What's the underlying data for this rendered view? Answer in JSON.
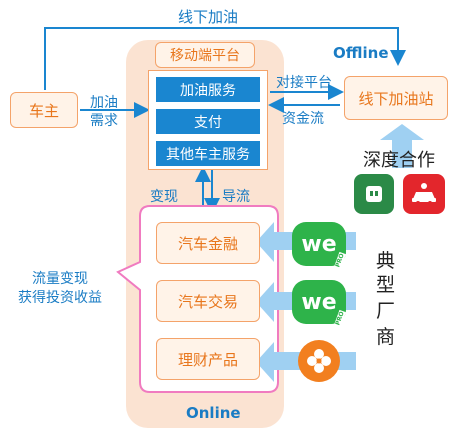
{
  "top_flow_label": "线下加油",
  "offline_label": "Offline",
  "online_label": "Online",
  "car_owner": "车主",
  "demand_label_line1": "加油",
  "demand_label_line2": "需求",
  "platform_title": "移动端平台",
  "services": [
    "加油服务",
    "支付",
    "其他车主服务"
  ],
  "connect_label": "对接平台",
  "funds_label": "资金流",
  "offline_station": "线下加油站",
  "deep_coop": "深度合作",
  "monetize_label": "变现",
  "traffic_label": "导流",
  "online_items": [
    "汽车金融",
    "汽车交易",
    "理财产品"
  ],
  "left_note_line1": "流量变现",
  "left_note_line2": "获得投资收益",
  "vendor_label_chars": [
    "典",
    "型",
    "厂",
    "商"
  ],
  "we_text": "we",
  "pro_text": "PRO",
  "colors": {
    "blue": "#1a86d0",
    "orange": "#e8761c",
    "green": "#2eb34a",
    "pink": "#f07bc0"
  }
}
